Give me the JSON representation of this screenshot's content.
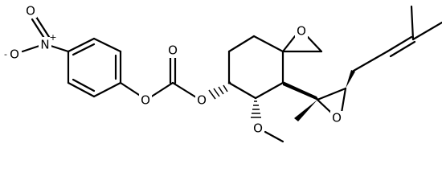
{
  "molecule": {
    "atoms": {
      "nitro_o_top": "O",
      "nitro_n": "N",
      "nitro_o_left": "O",
      "carbonate_o_carbonyl": "O",
      "carbonate_o_aryl": "O",
      "carbonate_o_ring": "O",
      "spiro_epoxide_o": "O",
      "side_epoxide_o": "O",
      "methoxy_o": "O"
    },
    "charges": {
      "nitro_n": "+",
      "nitro_o_left": "-"
    }
  },
  "colors": {
    "bond": "#000000",
    "background": "#ffffff"
  }
}
